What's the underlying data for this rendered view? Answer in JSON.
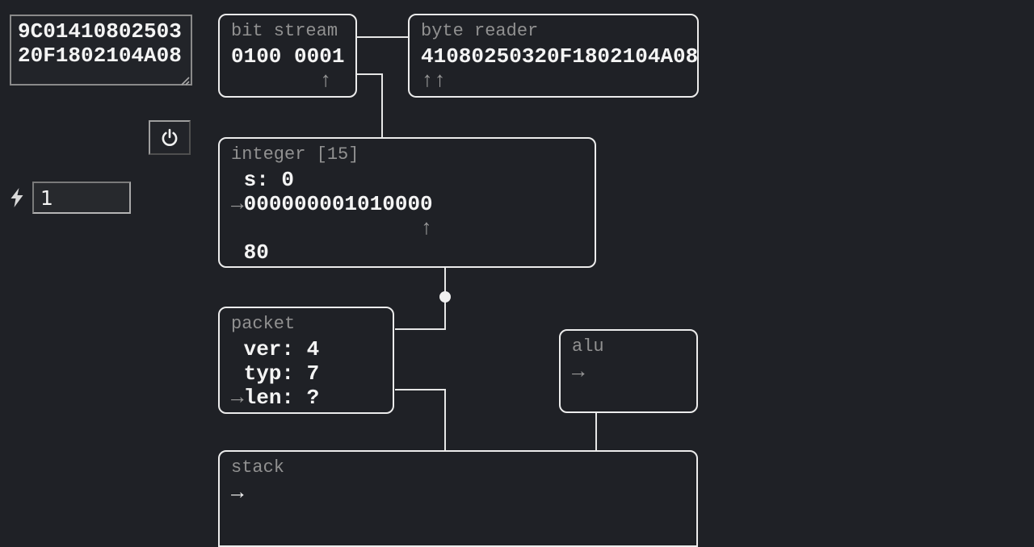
{
  "colors": {
    "background": "#1f2126",
    "box_border": "#ececec",
    "title_gray": "#919191",
    "content_white": "#f4f4f4",
    "arrow_gray": "#9a9a9a",
    "wire": "#e6e6e6"
  },
  "side_panel": {
    "hex_input": {
      "value": "9C0141080250320F1802104A08"
    },
    "power_button": {
      "icon": "power-icon"
    },
    "step_input": {
      "value": "1",
      "icon": "lightning-icon"
    }
  },
  "boxes": {
    "bit_stream": {
      "title": "bit stream",
      "rows": [
        [
          {
            "text": "0100 0001",
            "color": "white"
          }
        ],
        [
          {
            "text": "       ↑",
            "color": "gray"
          }
        ]
      ]
    },
    "byte_reader": {
      "title": "byte reader",
      "rows": [
        [
          {
            "text": "41080250320F1802104A08",
            "color": "white"
          }
        ],
        [
          {
            "text": "↑↑",
            "color": "gray"
          }
        ]
      ]
    },
    "integer": {
      "title": "integer [15]",
      "rows": [
        [
          {
            "text": " s: 0",
            "color": "white"
          }
        ],
        [
          {
            "text": "→",
            "color": "gray"
          },
          {
            "text": "000000001010000",
            "color": "white"
          }
        ],
        [
          {
            "text": "               ↑",
            "color": "gray"
          }
        ],
        [
          {
            "text": " 80",
            "color": "white"
          }
        ]
      ]
    },
    "packet": {
      "title": "packet",
      "rows": [
        [
          {
            "text": " ver: 4",
            "color": "white"
          }
        ],
        [
          {
            "text": " typ: 7",
            "color": "white"
          }
        ],
        [
          {
            "text": "→",
            "color": "gray"
          },
          {
            "text": "len: ?",
            "color": "white"
          }
        ]
      ]
    },
    "alu": {
      "title": "alu",
      "rows": [
        [
          {
            "text": "→",
            "color": "gray"
          }
        ]
      ]
    },
    "stack": {
      "title": "stack",
      "rows": [
        [
          {
            "text": "→",
            "color": "white"
          }
        ]
      ]
    }
  }
}
